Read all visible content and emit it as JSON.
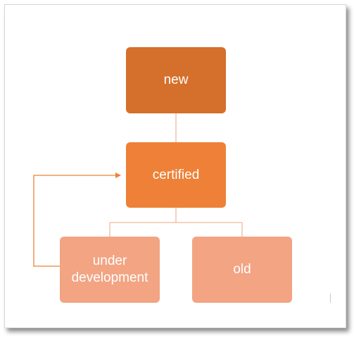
{
  "diagram": {
    "nodes": {
      "new": {
        "label": "new"
      },
      "certified": {
        "label": "certified"
      },
      "under_development": {
        "label": "under development"
      },
      "old": {
        "label": "old"
      }
    },
    "edges": [
      {
        "from": "new",
        "to": "certified"
      },
      {
        "from": "certified",
        "to": "under_development"
      },
      {
        "from": "certified",
        "to": "old"
      },
      {
        "from": "under_development",
        "to": "certified",
        "arrow": true
      }
    ]
  },
  "colors": {
    "new": "#D4702B",
    "certified": "#EE8137",
    "children": "#F2A483",
    "line": "#F0A57F",
    "arrow": "#EE8137",
    "frame_border": "#D7D7D7"
  }
}
